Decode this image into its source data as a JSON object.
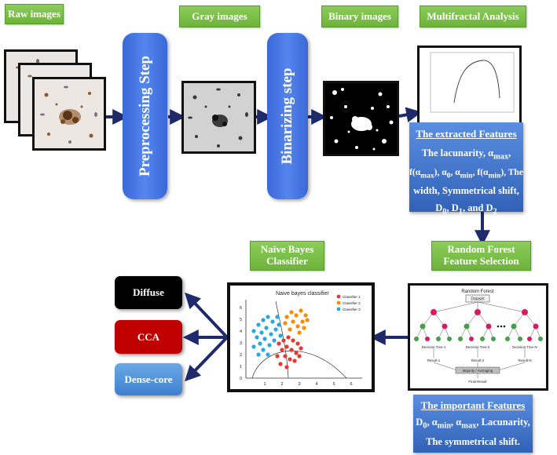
{
  "labels": {
    "raw": "Raw images",
    "gray": "Gray images",
    "binary": "Binary images",
    "multifractal": "Multifractal Analysis",
    "naive_bayes_1": "Naïve Bayes",
    "naive_bayes_2": "Classifier",
    "random_forest_1": "Random Forest",
    "random_forest_2": "Feature Selection"
  },
  "steps": {
    "preprocessing": "Preprocessing Step",
    "binarizing": "Binarizing step"
  },
  "extracted": {
    "heading": "The extracted Features",
    "line1": "The lacunarity, αmax,",
    "line2": "f(αmax), α0, αmin, f(αmin), The",
    "line3": "width, Symmetrical shift,",
    "line4": "D0, D1, and D2"
  },
  "important": {
    "heading": "The important Features",
    "line1": "D0, αmin, αmax, Lacunarity,",
    "line2": "The symmetrical shift."
  },
  "outputs": {
    "diffuse": "Diffuse",
    "cca": "CCA",
    "dense": "Dense-core"
  },
  "naive_bayes_plot": {
    "title": "Naive bayes classifier",
    "legend": [
      "Classifier 1",
      "Classifier 2",
      "Classifier 3"
    ],
    "x_ticks": [
      "1",
      "2",
      "3",
      "4",
      "5",
      "6"
    ],
    "y_ticks": [
      "0",
      "1",
      "2",
      "3",
      "4",
      "5",
      "6"
    ]
  },
  "random_forest_plot": {
    "title": "Random Forest",
    "dataset": "Dataset",
    "tree1": "Decision Tree-1",
    "tree2": "Decision Tree-2",
    "treeN": "Decision Tree-N",
    "result1": "Result-1",
    "result2": "Result-2",
    "resultN": "Result-N",
    "majority": "Majority / Averaging",
    "final": "Final Result"
  },
  "colors": {
    "label_green": "#7dbf4a",
    "step_blue": "#4574e4",
    "feature_blue": "#3d6fc8",
    "arrow_navy": "#1f2a6b",
    "diffuse": "#000000",
    "cca": "#c00000",
    "dense": "#4a8fd8"
  }
}
